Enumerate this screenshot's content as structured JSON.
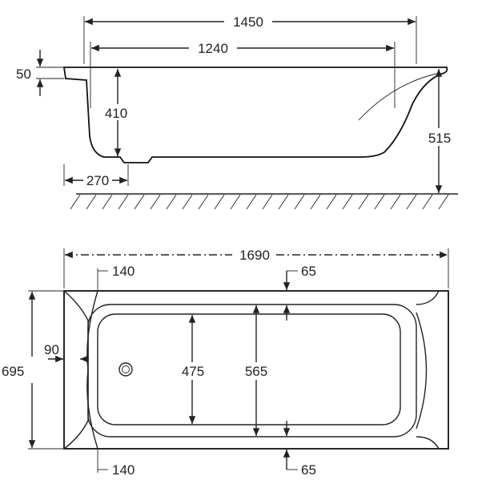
{
  "side_view": {
    "overall_length": "1450",
    "inner_length": "1240",
    "rim_thickness": "50",
    "inner_depth": "410",
    "total_height": "515",
    "foot_offset": "270"
  },
  "plan_view": {
    "overall_length": "1690",
    "overall_width": "695",
    "headrest_top": "140",
    "headrest_bottom": "140",
    "rim_top": "65",
    "rim_bottom": "65",
    "side_rim": "90",
    "inner_width": "475",
    "basin_width": "565"
  }
}
